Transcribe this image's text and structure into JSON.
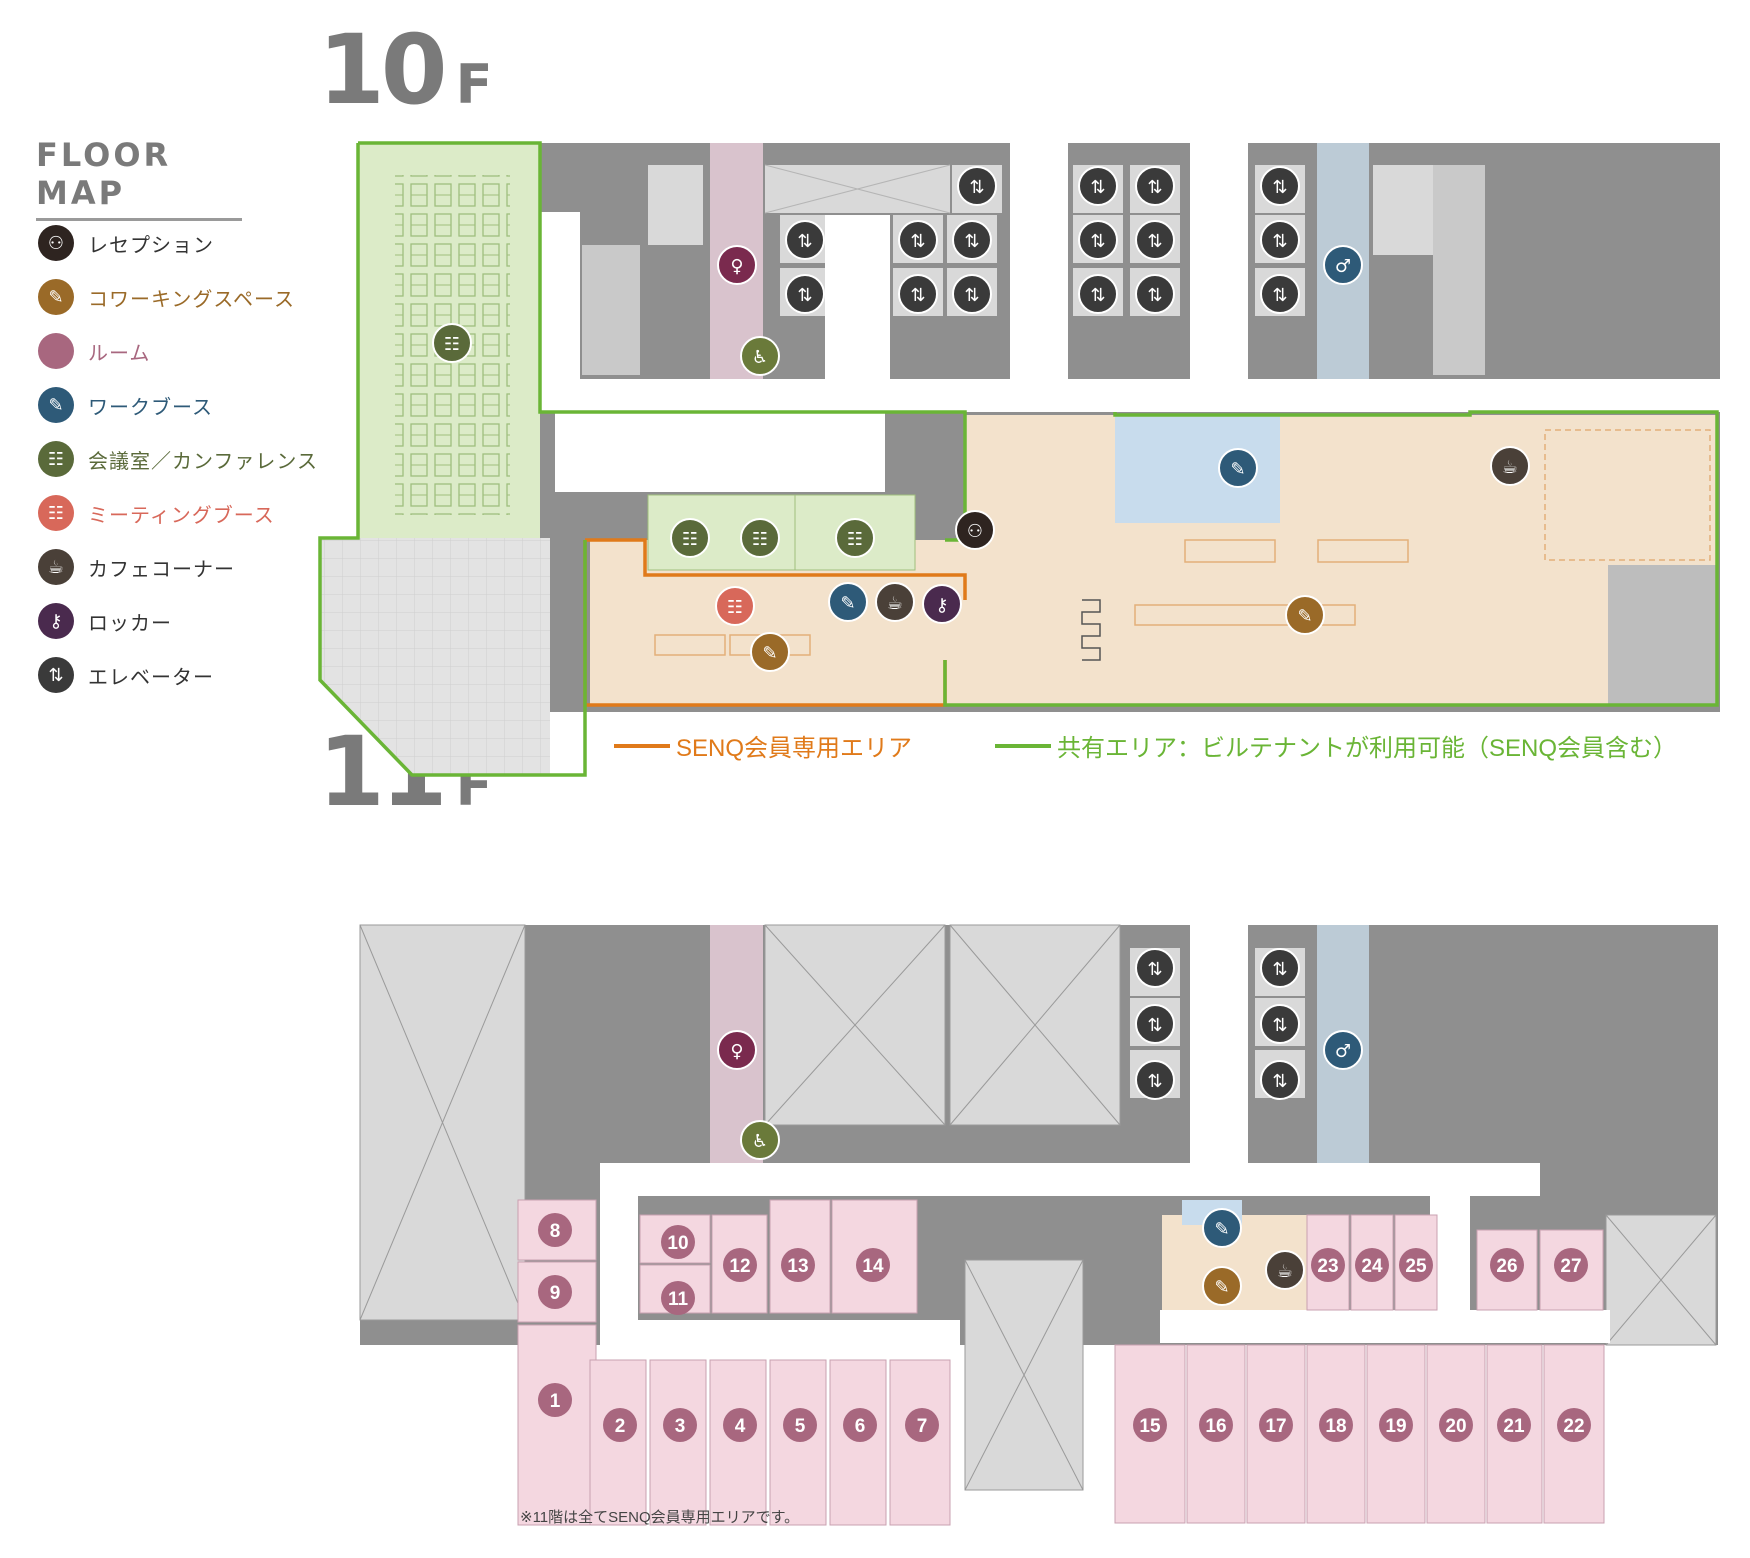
{
  "floor10": {
    "number": "10",
    "suffix": "F"
  },
  "floor11": {
    "number": "11",
    "suffix": "F"
  },
  "legend": {
    "title": "FLOOR MAP",
    "items": [
      {
        "label": "レセプション",
        "icon": "reception-icon",
        "color": "#2e2420",
        "text_color": "#333333"
      },
      {
        "label": "コワーキングスペース",
        "icon": "coworking-icon",
        "color": "#9a6a28",
        "text_color": "#9a6a28"
      },
      {
        "label": "ルーム",
        "icon": "room-icon",
        "color": "#a8677f",
        "text_color": "#a8677f"
      },
      {
        "label": "ワークブース",
        "icon": "workbooth-icon",
        "color": "#2e5a78",
        "text_color": "#2e5a78"
      },
      {
        "label": "会議室／カンファレンス",
        "icon": "conference-icon",
        "color": "#5a6a3a",
        "text_color": "#5a6a3a"
      },
      {
        "label": "ミーティングブース",
        "icon": "meeting-booth-icon",
        "color": "#d8685a",
        "text_color": "#d8685a"
      },
      {
        "label": "カフェコーナー",
        "icon": "cafe-icon",
        "color": "#4a4038",
        "text_color": "#333333"
      },
      {
        "label": "ロッカー",
        "icon": "locker-icon",
        "color": "#4a2a4e",
        "text_color": "#333333"
      },
      {
        "label": "エレベーター",
        "icon": "elevator-icon",
        "color": "#3a3a3a",
        "text_color": "#333333"
      }
    ]
  },
  "area_legend": {
    "senq_only": {
      "label": "SENQ会員専用エリア",
      "color": "#e07a1a"
    },
    "shared": {
      "label": "共有エリア：ビルテナントが利用可能（SENQ会員含む）",
      "color": "#6ab536"
    }
  },
  "rooms_11f": [
    "1",
    "2",
    "3",
    "4",
    "5",
    "6",
    "7",
    "8",
    "9",
    "10",
    "11",
    "12",
    "13",
    "14",
    "15",
    "16",
    "17",
    "18",
    "19",
    "20",
    "21",
    "22",
    "23",
    "24",
    "25",
    "26",
    "27"
  ],
  "footnote": "※11階は全てSENQ会員専用エリアです。",
  "colors": {
    "core_gray": "#8f8f8f",
    "light_gray": "#d9d9d9",
    "shared_green": "#dcebc8",
    "senq_beige": "#f3e2cc",
    "booth_blue": "#c8dced",
    "room_pink": "#f4d7e0",
    "restroom_pink": "#d9c3cd",
    "restroom_blue": "#bccbd6"
  }
}
